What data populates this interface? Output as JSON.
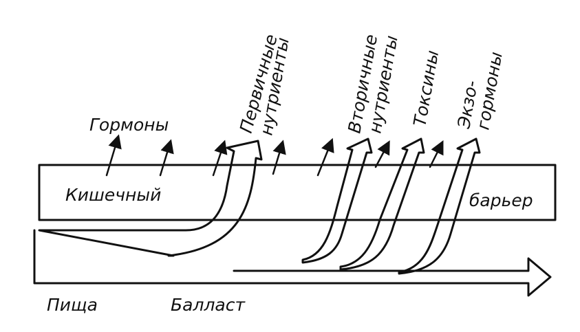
{
  "diagram": {
    "labels": {
      "hormones": "Гормоны",
      "barrier_left": "Кишечный",
      "barrier_right": "барьер",
      "food": "Пища",
      "ballast": "Балласт",
      "primary_line1": "Первичные",
      "primary_line2": "нутриенты",
      "secondary_line1": "Вторичные",
      "secondary_line2": "нутриенты",
      "toxins": "Токсины",
      "exohormones_line1": "Экзо-",
      "exohormones_line2": "гормоны"
    }
  }
}
